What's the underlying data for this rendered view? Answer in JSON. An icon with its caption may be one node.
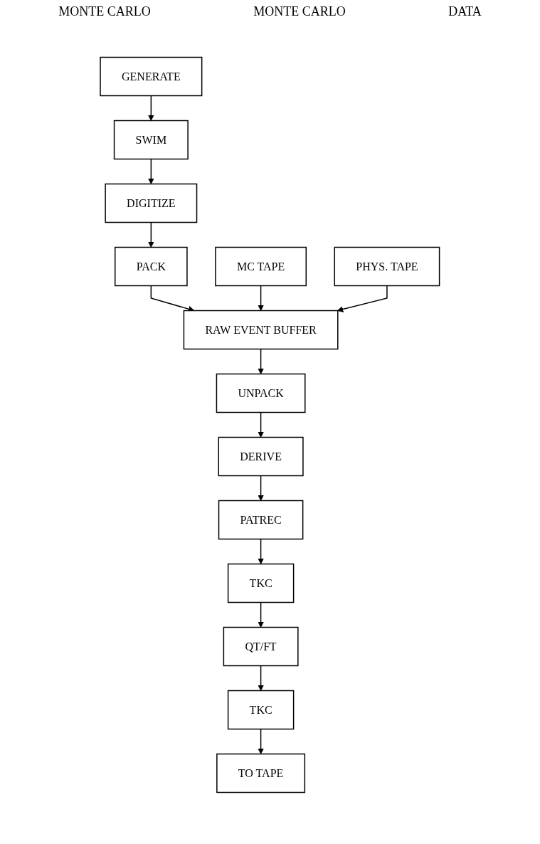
{
  "diagram": {
    "nodes": [
      {
        "text": [
          "GENERATE"
        ]
      },
      {
        "text": [
          "MC TAPE"
        ]
      },
      {
        "text": [
          "PHYS. TAPE"
        ]
      },
      {
        "text": [
          "SWIM"
        ]
      },
      {
        "text": [
          "DIGITIZE"
        ]
      },
      {
        "text": [
          "PACK"
        ]
      },
      {
        "text": [
          "RAW EVENT BUFFER"
        ]
      },
      {
        "text": [
          "UNPACK"
        ]
      },
      {
        "text": [
          "DERIVE"
        ]
      },
      {
        "text": [
          "PATREC"
        ]
      },
      {
        "text": [
          "TKC"
        ]
      },
      {
        "text": [
          "QT/FT"
        ]
      },
      {
        "text": [
          "TKC"
        ]
      },
      {
        "text": [
          "TO TAPE"
        ]
      }
    ],
    "edges": [
      {
        "from": 0,
        "to": 3,
        "arrow": "to"
      },
      {
        "from": 3,
        "to": 4,
        "arrow": "to"
      },
      {
        "from": 4,
        "to": 5,
        "arrow": "to"
      },
      {
        "from": 5,
        "to": 6,
        "arrow": "to"
      },
      {
        "from": 1,
        "to": 6,
        "arrow": "to"
      },
      {
        "from": 2,
        "to": 6,
        "arrow": "to"
      },
      {
        "from": 6,
        "to": 7,
        "arrow": "to"
      },
      {
        "from": 7,
        "to": 8,
        "arrow": "to"
      },
      {
        "from": 8,
        "to": 9,
        "arrow": "to"
      },
      {
        "from": 9,
        "to": 10,
        "arrow": "to"
      },
      {
        "from": 10,
        "to": 11,
        "arrow": "to"
      },
      {
        "from": 11,
        "to": 12,
        "arrow": "to"
      },
      {
        "from": 12,
        "to": 13,
        "arrow": "to"
      }
    ],
    "labels": [
      "MONTE CARLO",
      "MONTE CARLO",
      "DATA"
    ]
  }
}
